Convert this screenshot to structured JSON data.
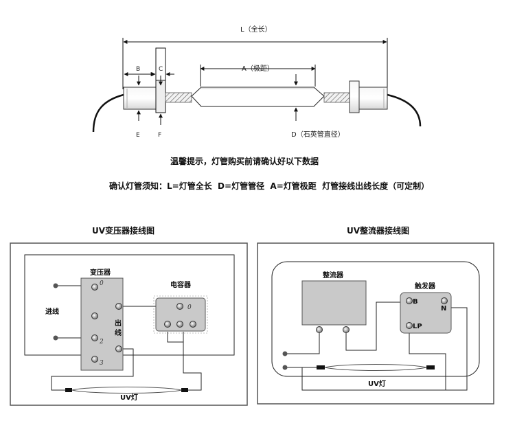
{
  "lamp": {
    "label_L": "L（全长）",
    "label_A": "A（极距）",
    "label_B": "B",
    "label_C": "C",
    "label_E": "E",
    "label_F": "F",
    "label_D": "D（石英管直径）"
  },
  "notes": {
    "tip": "温馨提示，灯管购买前请确认好以下数据",
    "confirm": "确认灯管须知：L=灯管全长  D=灯管管径  A=灯管极距  灯管接线出线长度（可定制）"
  },
  "transformer_diagram": {
    "title": "UV变压器接线图",
    "transformer_label": "变压器",
    "capacitor_label": "电容器",
    "input_label": "进线",
    "output_label": "出线",
    "terminal_0": "0",
    "terminal_2": "2",
    "terminal_3": "3",
    "capacitor_terminal": "0",
    "lamp_label": "UV灯"
  },
  "rectifier_diagram": {
    "title": "UV整流器接线图",
    "rectifier_label": "整流器",
    "trigger_label": "触发器",
    "terminal_B": "B",
    "terminal_N": "N",
    "terminal_LP": "LP",
    "lamp_label": "UV灯"
  }
}
